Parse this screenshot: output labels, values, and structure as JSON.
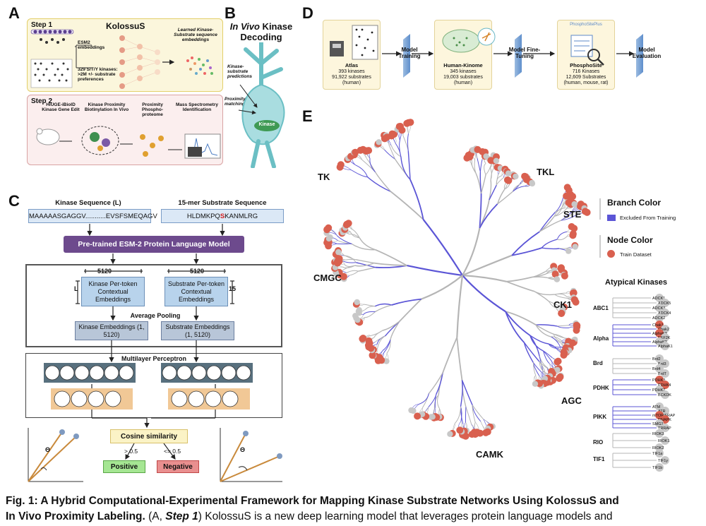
{
  "panels": {
    "a": {
      "letter": "A",
      "step1": "Step 1",
      "kolossus": "KolossuS",
      "learned_embeddings": "Learned Kinase-Substrate sequence embeddings",
      "esm2": "ESM2 embeddings",
      "kinases": "329 S/T/Y kinases: >2M +/- substrate preferences",
      "step2": "Step 2",
      "gene_edit": "HiUGE-iBioID Kinase Gene Edit",
      "proximity_biotin": "Kinase Proximity Biotinylation In Vivo",
      "phosphoproteome": "Proximity Phospho-proteome",
      "mass_spec": "Mass Spectrometry Identification"
    },
    "b": {
      "letter": "B",
      "title_italic": "In Vivo",
      "title_rest": " Kinase Decoding",
      "predictions": "Kinase-substrate predictions",
      "matching": "Proximity matching",
      "kinase": "Kinase"
    },
    "c": {
      "letter": "C",
      "kinase_seq_title": "Kinase Sequence (L)",
      "substrate_seq_title": "15-mer Substrate Sequence",
      "kinase_seq": "MAAAAASGAGGV...........EVSFSMEQAGV",
      "substrate_seq_pre": "HLDMKPQ",
      "substrate_seq_site": "S",
      "substrate_seq_post": "KANMLRG",
      "esm_model": "Pre-trained ESM-2 Protein Language Model",
      "dim_left": "5120",
      "dim_right": "5120",
      "l_label": "L",
      "fifteen": "15",
      "kinase_token": "Kinase Per-token Contextual Embeddings",
      "substrate_token": "Substrate Per-token Contextual Embeddings",
      "avg_pooling": "Average Pooling",
      "kinase_emb": "Kinase Embeddings (1, 5120)",
      "substrate_emb": "Substrate Embeddings (1, 5120)",
      "mlp": "Multilayer Perceptron",
      "cosine": "Cosine similarity",
      "gt": "> 0.5",
      "le": "<= 0.5",
      "positive": "Positive",
      "negative": "Negative",
      "theta": "Θ"
    },
    "d": {
      "letter": "D",
      "atlas_title": "Atlas",
      "atlas_lines": [
        "393 kinases",
        "91,922 substrates",
        "(human)"
      ],
      "model_training": "Model Training",
      "hk_title": "Human-Kinome",
      "hk_lines": [
        "345 kinases",
        "19,003 substrates",
        "(human)"
      ],
      "fine_tuning": "Model Fine-Tuning",
      "psp_logo": "PhosphoSitePlus",
      "psp_title": "PhosphoSite",
      "psp_lines": [
        "716 Kinases",
        "12,609 Substrates",
        "(human, mouse, rat)"
      ],
      "evaluation": "Model Evaluation"
    },
    "e": {
      "letter": "E",
      "groups": [
        "TK",
        "TKL",
        "STE",
        "CMGC",
        "CK1",
        "AGC",
        "CAMK"
      ],
      "branch_color_title": "Branch Color",
      "branch_color_item": "Excluded From Training",
      "node_color_title": "Node Color",
      "node_color_item": "Train Dataset",
      "atypical_title": "Atypical Kinases",
      "atypical": [
        {
          "family": "ABC1",
          "members": [
            "ADCK1",
            "ADCK5",
            "ADCK3",
            "ADCK4",
            "ADCK2"
          ]
        },
        {
          "family": "Alpha",
          "members": [
            "Chak1",
            "Chak2",
            "AlphaK3",
            "EEF2K",
            "AlphaK2",
            "AlphaK1"
          ]
        },
        {
          "family": "Brd",
          "members": [
            "Brd2",
            "Brd3",
            "Brd4",
            "BrdT"
          ]
        },
        {
          "family": "PDHK",
          "members": [
            "PDHK3",
            "PDHK4",
            "PDHK2",
            "BCKDK"
          ]
        },
        {
          "family": "PIKK",
          "members": [
            "ATM",
            "ATR",
            "mTOR/FRAP",
            "DNAPK",
            "SMG1",
            "TRRAP"
          ]
        },
        {
          "family": "RIO",
          "members": [
            "RIOK3",
            "RIOK1",
            "RIOK2"
          ]
        },
        {
          "family": "TIF1",
          "members": [
            "TIF1a",
            "TIF1y",
            "TIF1b"
          ]
        }
      ],
      "colors": {
        "branch": "#5b55d6",
        "node": "#d9604f",
        "grey_node": "#c8c8c8",
        "grey_branch": "#b5b5b5"
      }
    }
  },
  "caption": {
    "line1_bold": "Fig. 1: A Hybrid Computational-Experimental Framework for Mapping Kinase Substrate Networks Using KolossuS and",
    "line2_bold": "In Vivo Proximity Labeling.",
    "line2_paren_open": " (A, ",
    "line2_step": "Step 1",
    "line2_rest": ") KolossuS is a new deep learning model that leverages protein language models and"
  }
}
